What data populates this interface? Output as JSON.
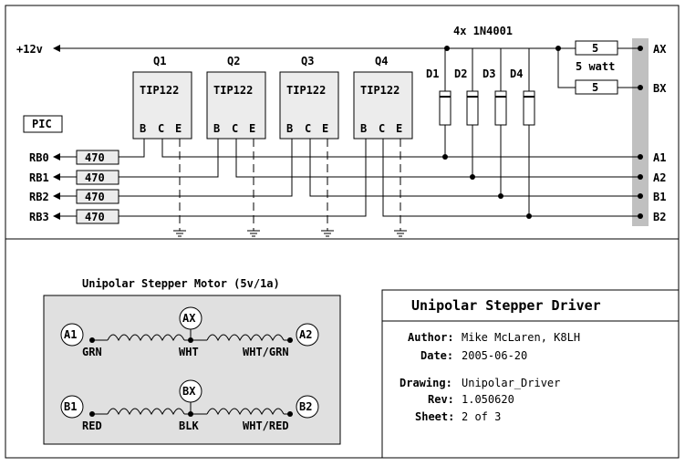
{
  "rails": {
    "supply": "+12v",
    "diode_array": "4x 1N4001",
    "resistor_watt": "5 watt",
    "pic": "PIC"
  },
  "transistors": [
    {
      "ref": "Q1",
      "part": "TIP122",
      "pins": [
        "B",
        "C",
        "E"
      ]
    },
    {
      "ref": "Q2",
      "part": "TIP122",
      "pins": [
        "B",
        "C",
        "E"
      ]
    },
    {
      "ref": "Q3",
      "part": "TIP122",
      "pins": [
        "B",
        "C",
        "E"
      ]
    },
    {
      "ref": "Q4",
      "part": "TIP122",
      "pins": [
        "B",
        "C",
        "E"
      ]
    }
  ],
  "diodes": [
    "D1",
    "D2",
    "D3",
    "D4"
  ],
  "inputs": [
    {
      "pin": "RB0",
      "resistor": "470"
    },
    {
      "pin": "RB1",
      "resistor": "470"
    },
    {
      "pin": "RB2",
      "resistor": "470"
    },
    {
      "pin": "RB3",
      "resistor": "470"
    }
  ],
  "power_resistors": [
    {
      "value": "5",
      "terminal": "AX"
    },
    {
      "value": "5",
      "terminal": "BX"
    }
  ],
  "outputs": [
    "A1",
    "A2",
    "B1",
    "B2"
  ],
  "motor": {
    "title": "Unipolar Stepper Motor (5v/1a)",
    "terminals": [
      "A1",
      "AX",
      "A2",
      "B1",
      "BX",
      "B2"
    ],
    "wires_a": [
      "GRN",
      "WHT",
      "WHT/GRN"
    ],
    "wires_b": [
      "RED",
      "BLK",
      "WHT/RED"
    ]
  },
  "title_block": {
    "title": "Unipolar Stepper Driver",
    "author_label": "Author:",
    "author": "Mike McLaren, K8LH",
    "date_label": "Date:",
    "date": "2005-06-20",
    "drawing_label": "Drawing:",
    "drawing": "Unipolar_Driver",
    "rev_label": "Rev:",
    "rev": "1.050620",
    "sheet_label": "Sheet:",
    "sheet": "2 of 3"
  }
}
